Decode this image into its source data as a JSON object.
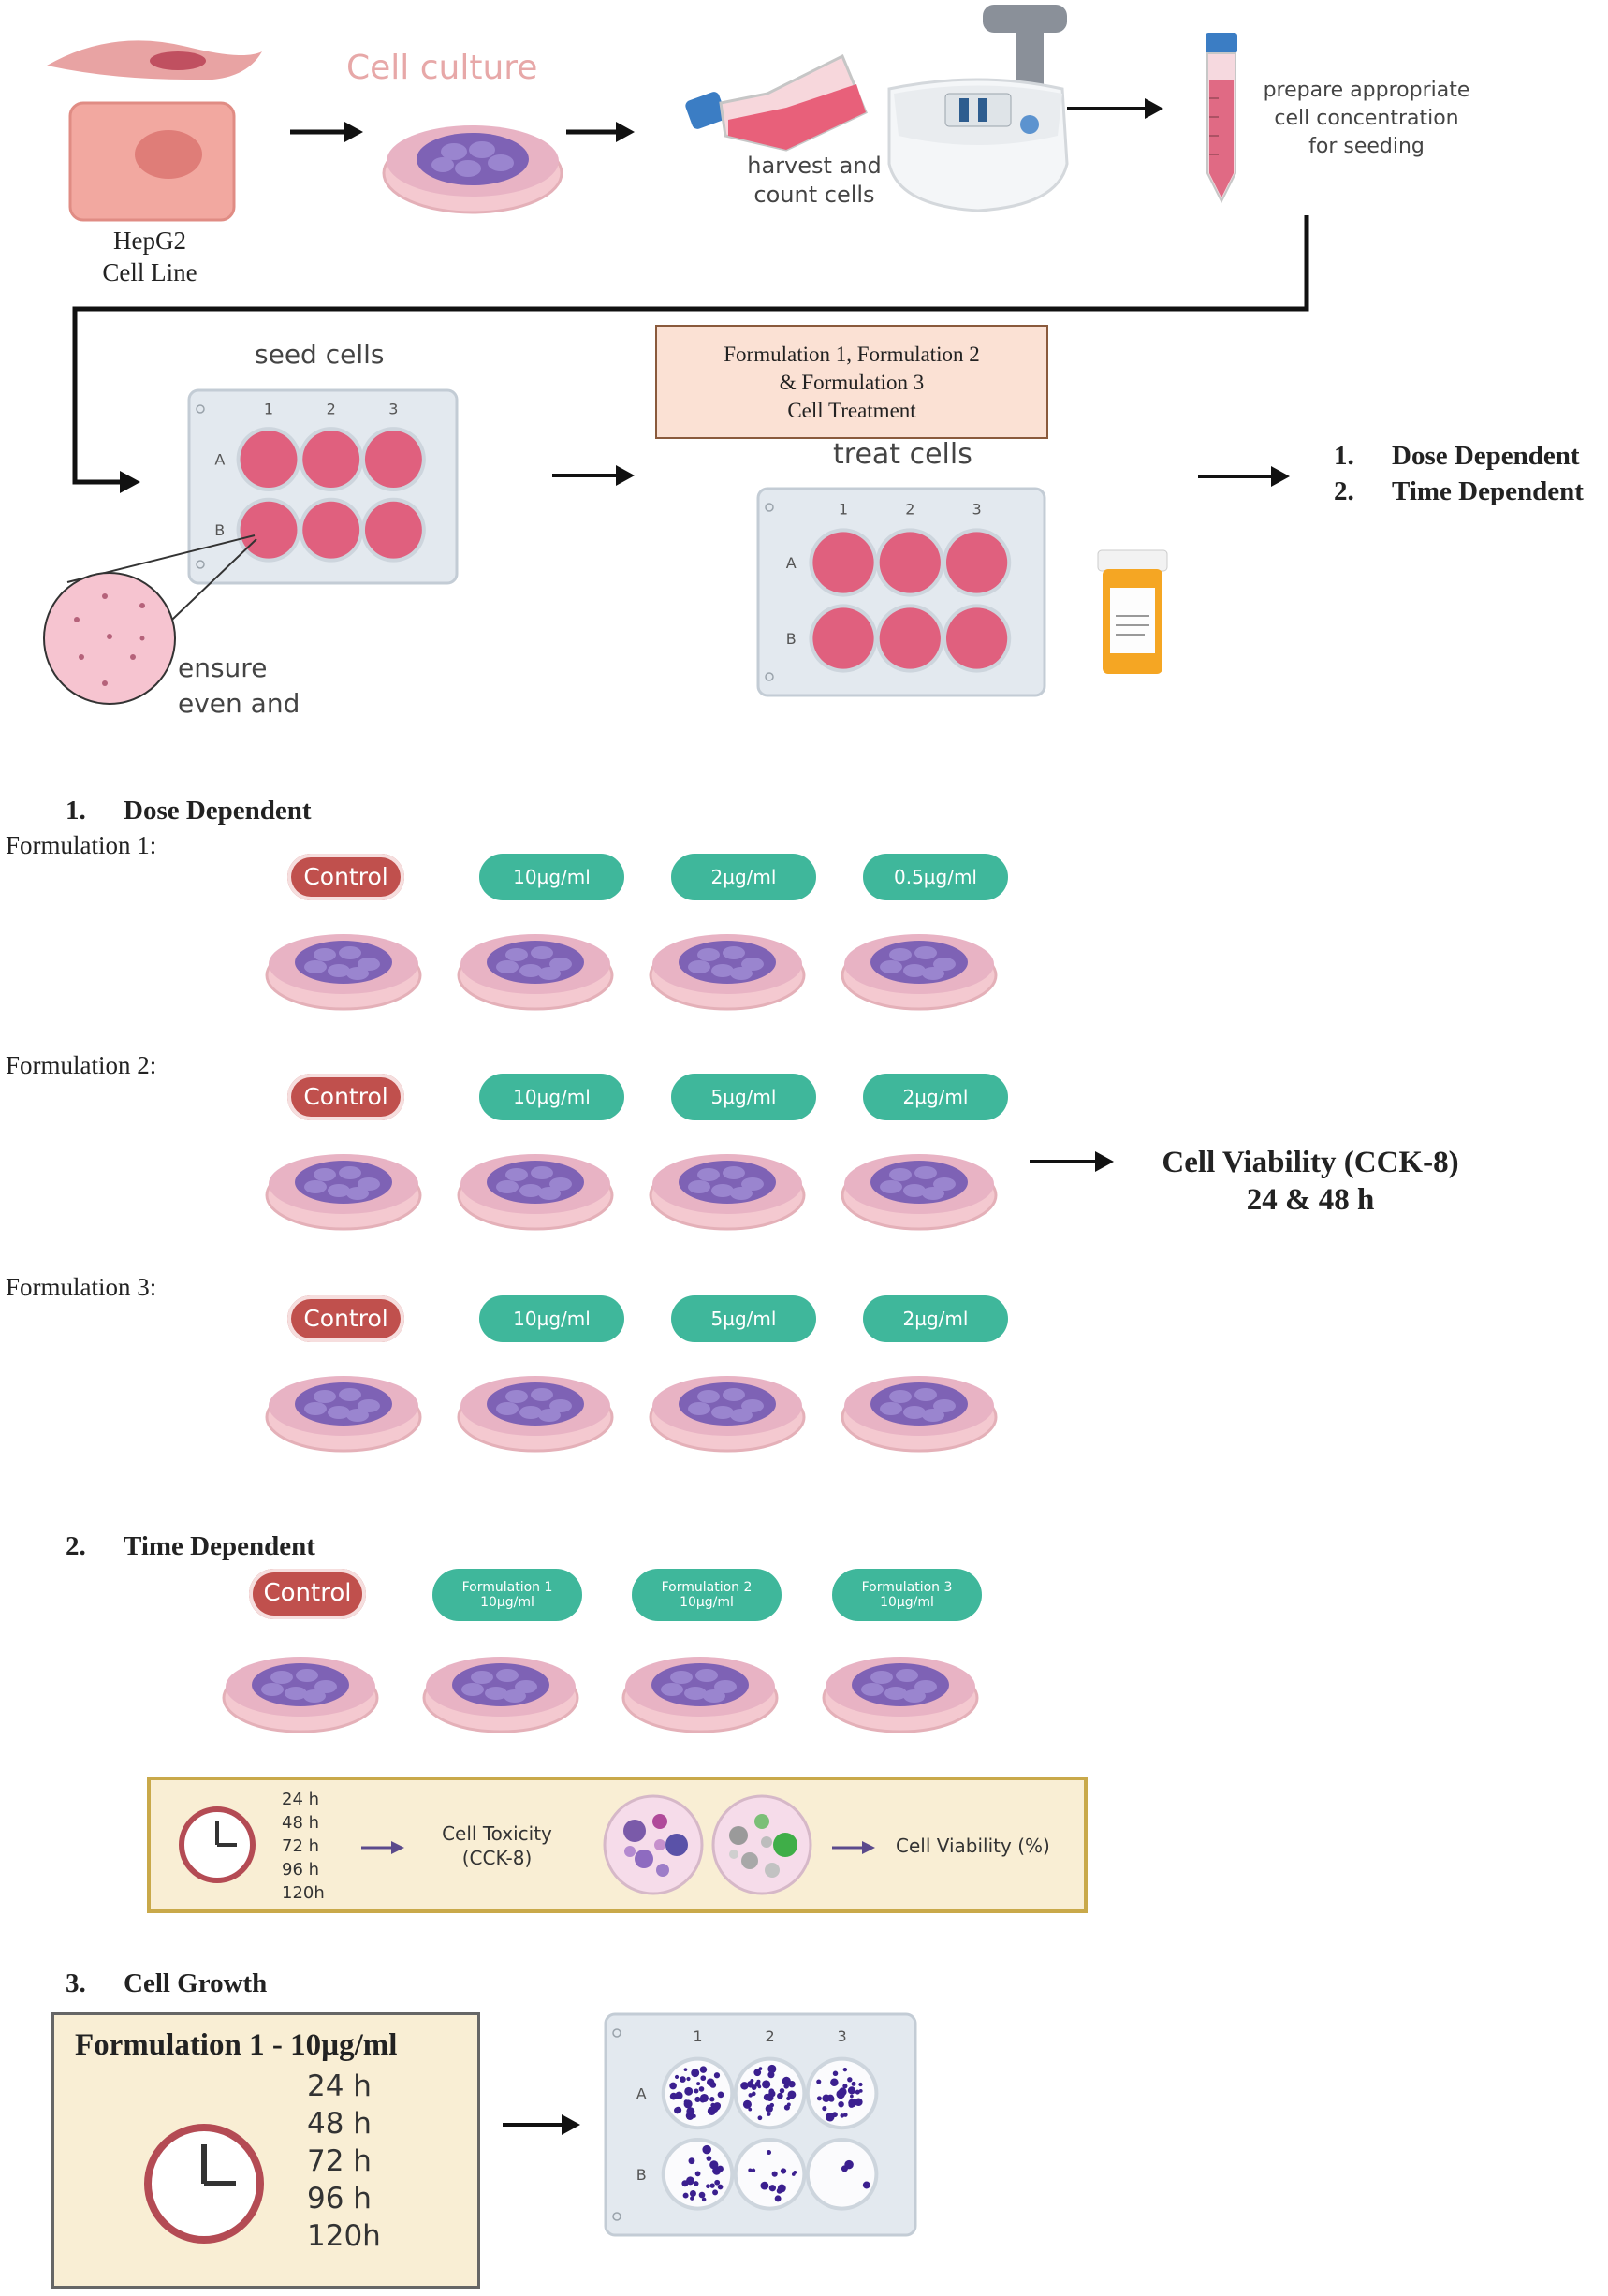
{
  "top": {
    "cell_culture_label": "Cell culture",
    "hepg2_label_line1": "HepG2",
    "hepg2_label_line2": "Cell Line",
    "harvest_label_line1": "harvest and",
    "harvest_label_line2": "count cells",
    "prepare_label_line1": "prepare appropriate",
    "prepare_label_line2": "cell concentration",
    "prepare_label_line3": "for seeding",
    "seed_label": "seed cells",
    "ensure_label_line1": "ensure",
    "ensure_label_line2": "even and",
    "treatment_box_line1": "Formulation 1, Formulation 2",
    "treatment_box_line2": "& Formulation 3",
    "treatment_box_line3": "Cell Treatment",
    "treat_label": "treat cells",
    "plate_cols": [
      "1",
      "2",
      "3"
    ],
    "plate_rows": [
      "A",
      "B"
    ],
    "outcome_1": "Dose Dependent",
    "outcome_2": "Time Dependent",
    "outcome_1_num": "1.",
    "outcome_2_num": "2."
  },
  "dose": {
    "heading_num": "1.",
    "heading": "Dose Dependent",
    "rows": [
      {
        "label": "Formulation 1:",
        "pills": [
          "Control",
          "10µg/ml",
          "2µg/ml",
          "0.5µg/ml"
        ]
      },
      {
        "label": "Formulation 2:",
        "pills": [
          "Control",
          "10µg/ml",
          "5µg/ml",
          "2µg/ml"
        ]
      },
      {
        "label": "Formulation 3:",
        "pills": [
          "Control",
          "10µg/ml",
          "5µg/ml",
          "2µg/ml"
        ]
      }
    ],
    "result_line1": "Cell Viability (CCK-8)",
    "result_line2": "24 & 48 h"
  },
  "time": {
    "heading_num": "2.",
    "heading": "Time Dependent",
    "control": "Control",
    "pills": [
      {
        "line1": "Formulation 1",
        "line2": "10µg/ml"
      },
      {
        "line1": "Formulation 2",
        "line2": "10µg/ml"
      },
      {
        "line1": "Formulation 3",
        "line2": "10µg/ml"
      }
    ],
    "hours": [
      "24 h",
      "48 h",
      "72 h",
      "96 h",
      "120h"
    ],
    "toxicity_line1": "Cell Toxicity",
    "toxicity_line2": "(CCK-8)",
    "viability": "Cell Viability (%)"
  },
  "growth": {
    "heading_num": "3.",
    "heading": "Cell Growth",
    "box_title": "Formulation 1 - 10µg/ml",
    "hours": [
      "24 h",
      "48 h",
      "72 h",
      "96 h",
      "120h"
    ],
    "plate_cols": [
      "1",
      "2",
      "3"
    ],
    "plate_rows": [
      "A",
      "B"
    ]
  },
  "colors": {
    "pink_well": "#e0607e",
    "plate_bg": "#e3e9ef",
    "dish_purple": "#7e62b5",
    "teal": "#3fb79b",
    "red": "#c0504d",
    "box_fill": "#f9eed4",
    "box_border": "#c9a94a",
    "treatment_fill": "#fbe1d4"
  }
}
